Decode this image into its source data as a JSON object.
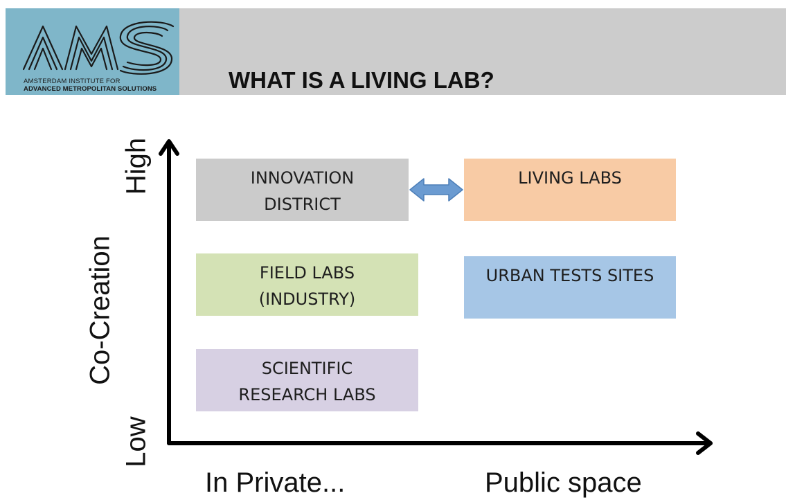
{
  "header": {
    "logo": {
      "wordmark": "AMS",
      "caption_line1": "AMSTERDAM INSTITUTE FOR",
      "caption_line2": "ADVANCED METROPOLITAN SOLUTIONS"
    },
    "title": "WHAT IS A LIVING LAB?"
  },
  "colors": {
    "header_band": "#cccccc",
    "logo_panel": "#7fb6c9",
    "innovation_district": "#cbcbcb",
    "living_labs": "#f8cba5",
    "field_labs": "#d4e2b5",
    "urban_test_sites": "#a6c6e6",
    "scientific_labs": "#d7d0e3",
    "double_arrow": "#6b9bd1"
  },
  "diagram": {
    "y_axis": {
      "label": "Co-Creation",
      "high_label": "High",
      "low_label": "Low"
    },
    "x_axis": {
      "left_label": "In Private...",
      "right_label": "Public space"
    },
    "boxes": {
      "innovation_district": "INNOVATION\nDISTRICT",
      "living_labs": "LIVING LABS",
      "field_labs": "FIELD LABS\n(INDUSTRY)",
      "urban_test_sites": "URBAN TESTS SITES",
      "scientific_labs": "SCIENTIFIC\nRESEARCH LABS"
    },
    "connectors": [
      {
        "from": "innovation_district",
        "to": "living_labs",
        "style": "double-arrow"
      }
    ]
  }
}
